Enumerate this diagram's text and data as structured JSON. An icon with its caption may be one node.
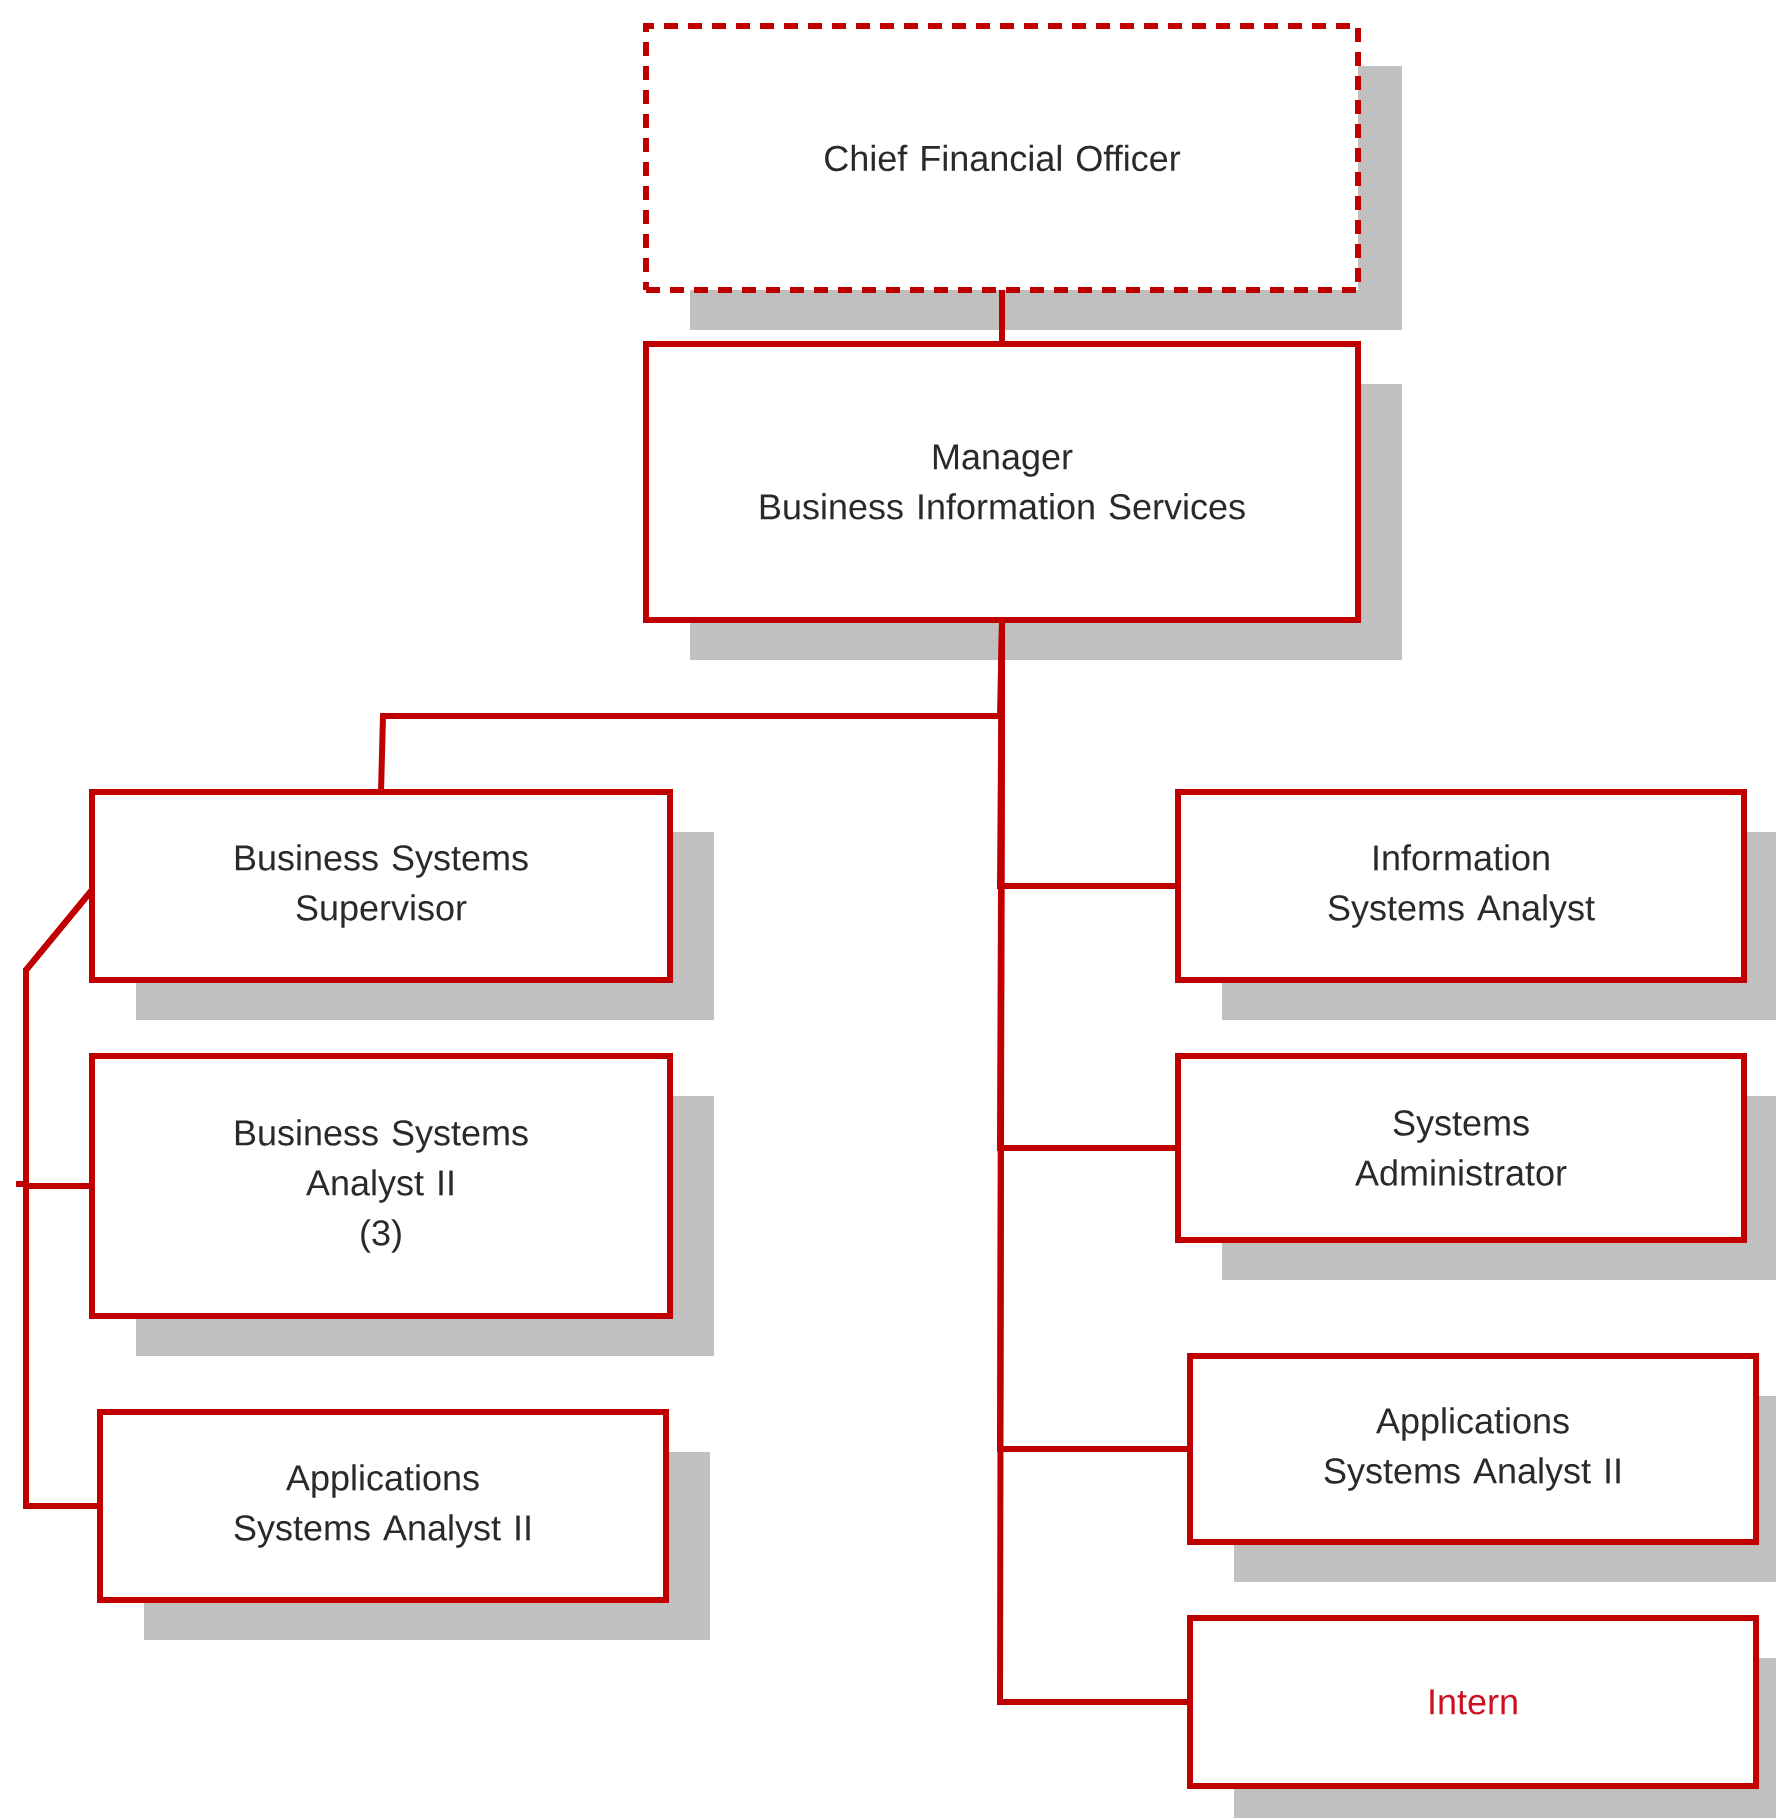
{
  "diagram": {
    "nodes": [
      {
        "text": [
          "Chief Financial Officer"
        ]
      },
      {
        "text": [
          "Manager",
          "Business Information Services"
        ]
      },
      {
        "text": [
          "Business Systems Supervisor"
        ]
      },
      {
        "text": [
          "Business Systems Analyst II",
          "(3)"
        ]
      },
      {
        "text": [
          "Applications Systems Analyst II"
        ]
      },
      {
        "text": [
          "Information Systems Analyst"
        ]
      },
      {
        "text": [
          "Systems Administrator"
        ]
      },
      {
        "text": [
          "Applications Systems Analyst II"
        ]
      },
      {
        "text": [
          "Intern"
        ]
      }
    ],
    "edges": [
      {
        "from": 0,
        "to": 1,
        "arrow": "none"
      },
      {
        "from": 1,
        "to": 2,
        "arrow": "none"
      },
      {
        "from": 2,
        "to": 3,
        "arrow": "none"
      },
      {
        "from": 2,
        "to": 4,
        "arrow": "none"
      },
      {
        "from": 1,
        "to": 5,
        "arrow": "none"
      },
      {
        "from": 1,
        "to": 6,
        "arrow": "none"
      },
      {
        "from": 1,
        "to": 7,
        "arrow": "none"
      },
      {
        "from": 1,
        "to": 8,
        "arrow": "none"
      }
    ]
  }
}
